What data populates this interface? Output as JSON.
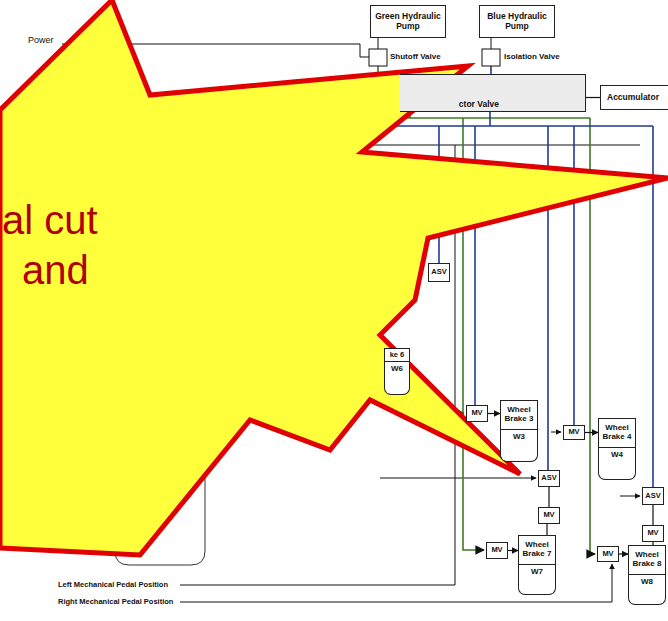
{
  "diagram": {
    "nodes": [
      {
        "text": [
          "Green Hydraulic Pump"
        ]
      },
      {
        "text": [
          "Blue Hydraulic Pump"
        ]
      },
      {
        "text": [
          "ctor Valve"
        ]
      },
      {
        "text": [
          "Accumulator"
        ]
      },
      {
        "text": [
          "ASV"
        ]
      },
      {
        "text": [
          "ke 6"
        ]
      },
      {
        "text": [
          "W6"
        ]
      },
      {
        "text": [
          "MV"
        ]
      },
      {
        "text": [
          "Wheel Brake 3"
        ]
      },
      {
        "text": [
          "W3"
        ]
      },
      {
        "text": [
          "MV"
        ]
      },
      {
        "text": [
          "Wheel Brake 4"
        ]
      },
      {
        "text": [
          "W4"
        ]
      },
      {
        "text": [
          "ASV"
        ]
      },
      {
        "text": [
          "ASV"
        ]
      },
      {
        "text": [
          "MV"
        ]
      },
      {
        "text": [
          "MV"
        ]
      },
      {
        "text": [
          "MV"
        ]
      },
      {
        "text": [
          "Wheel Brake 7"
        ]
      },
      {
        "text": [
          "W7"
        ]
      },
      {
        "text": [
          "MV"
        ]
      },
      {
        "text": [
          "Wheel Brake 8"
        ]
      },
      {
        "text": [
          "W8"
        ]
      }
    ],
    "edges": [
      {
        "from": 2,
        "to": 3,
        "arrow": "none"
      },
      {
        "from": 7,
        "to": 8,
        "arrow": "to"
      },
      {
        "from": 10,
        "to": 11,
        "arrow": "to"
      },
      {
        "from": 13,
        "to": 15,
        "arrow": "none"
      },
      {
        "from": 14,
        "to": 16,
        "arrow": "none"
      },
      {
        "from": 15,
        "to": 18,
        "arrow": "none"
      },
      {
        "from": 16,
        "to": 21,
        "arrow": "none"
      },
      {
        "from": 17,
        "to": 18,
        "arrow": "to"
      },
      {
        "from": 20,
        "to": 21,
        "arrow": "to"
      }
    ],
    "labels": [
      "Power",
      "Shutoff Valve",
      "Isolation Valve",
      "Left Mechanical Pedal Position",
      "Right Mechanical Pedal Position",
      "al cut",
      "and"
    ]
  }
}
